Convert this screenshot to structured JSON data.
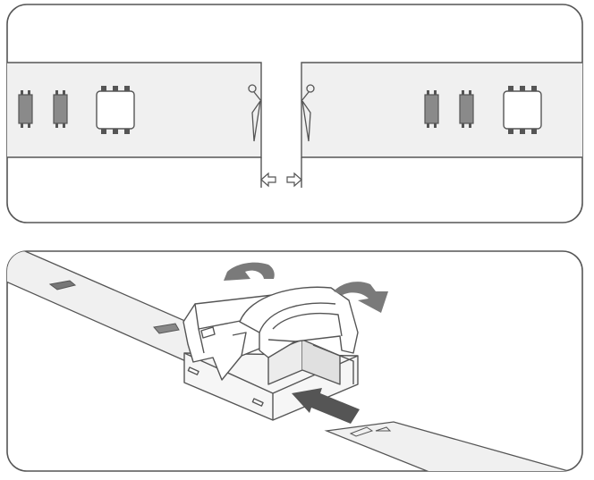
{
  "figure": {
    "panels": [
      {
        "id": "panel-cut",
        "step": "cut-strip",
        "icons": [
          "scissors-icon",
          "scissors-icon",
          "arrow-left-icon",
          "arrow-right-icon"
        ]
      },
      {
        "id": "panel-connect",
        "step": "insert-strip-into-connector",
        "icons": [
          "rotate-arrow-icon",
          "rotate-arrow-icon",
          "push-arrow-icon"
        ]
      }
    ],
    "colors": {
      "outline": "#555555",
      "strip_fill": "#f0f0f0",
      "chip_fill": "#8a8a8a",
      "arrow_fill": "#7a7a7a",
      "background": "#ffffff"
    }
  }
}
